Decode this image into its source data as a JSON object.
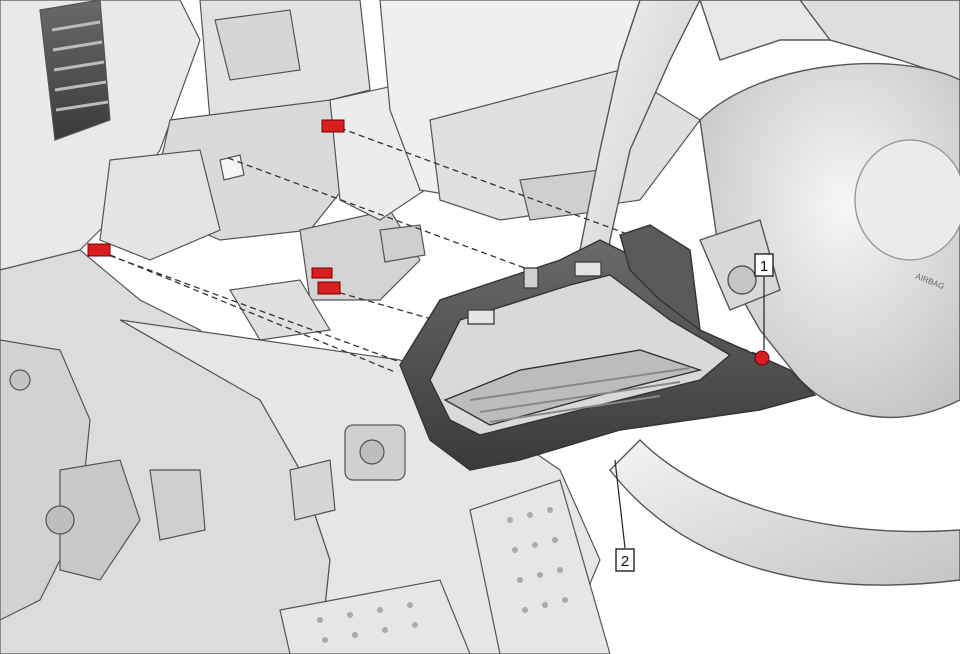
{
  "diagram": {
    "callouts": [
      {
        "id": "1",
        "label": "1"
      },
      {
        "id": "2",
        "label": "2"
      }
    ],
    "panel_label": "AIRBAG",
    "colors": {
      "clip_highlight": "#d81e1e",
      "line": "#333333",
      "panel_dark": "#4a4a4a",
      "part_light": "#e4e4e4",
      "part_mid": "#cfcfcf",
      "background": "#ffffff"
    }
  }
}
